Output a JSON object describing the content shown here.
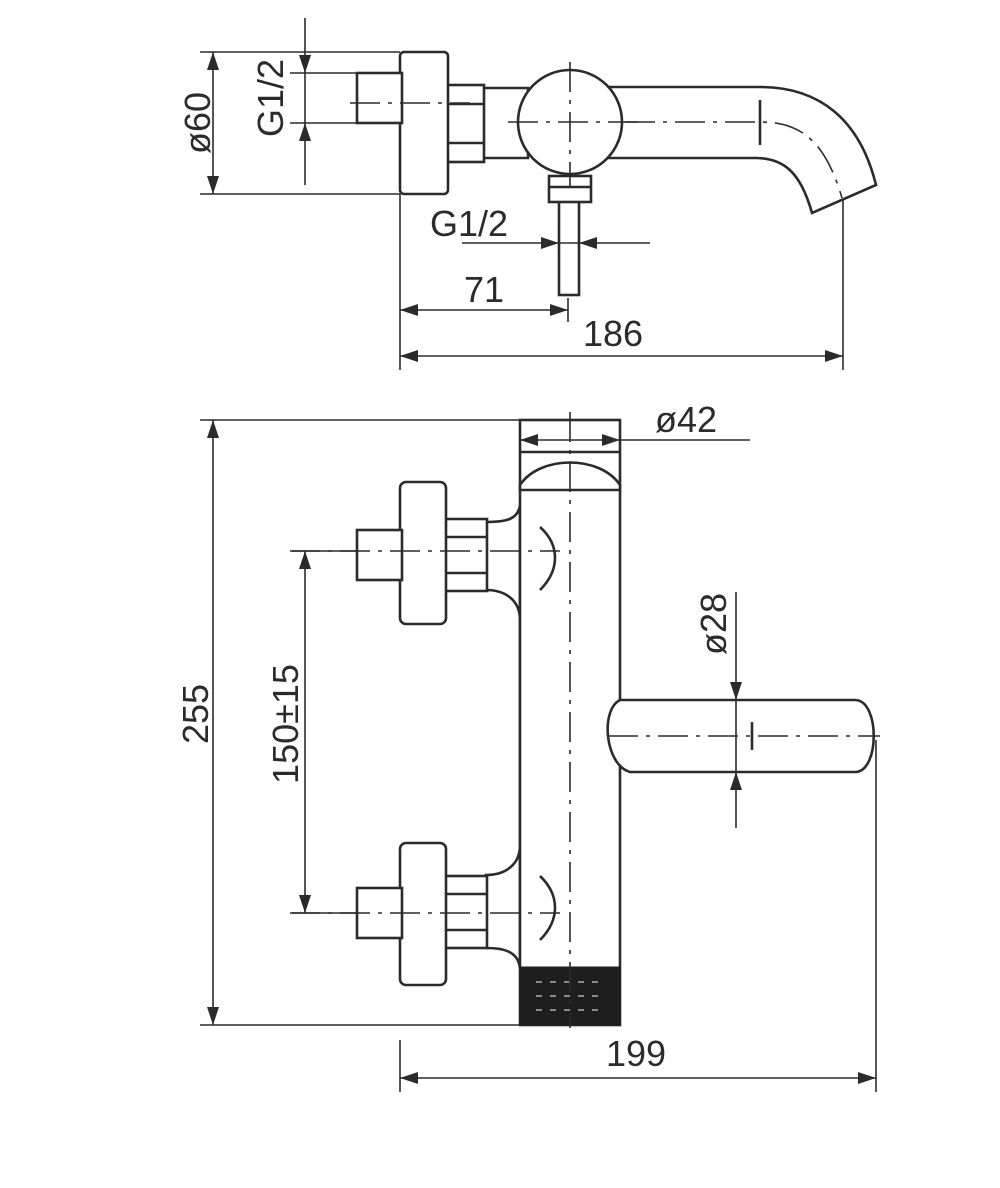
{
  "top_view": {
    "labels": {
      "diameter_60": "ø60",
      "thread_g12_vertical": "G1/2",
      "thread_g12_horizontal": "G1/2",
      "offset_71": "71",
      "width_186": "186"
    }
  },
  "front_view": {
    "labels": {
      "diameter_42": "ø42",
      "diameter_28": "ø28",
      "height_255": "255",
      "spacing_150": "150±15",
      "width_199": "199"
    }
  }
}
